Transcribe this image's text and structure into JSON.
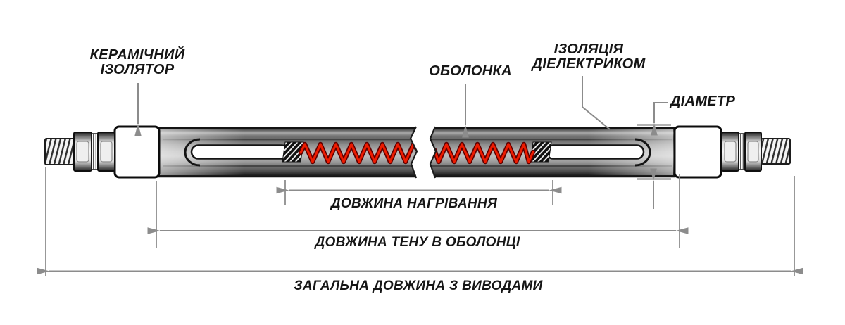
{
  "diagram": {
    "callouts": {
      "ceramic_insulator": {
        "line1": "КЕРАМІЧНИЙ",
        "line2": "ІЗОЛЯТОР"
      },
      "sheath": {
        "label": "ОБОЛОНКА"
      },
      "dielectric_insulation": {
        "line1": "ІЗОЛЯЦІЯ",
        "line2": "ДІЕЛЕКТРИКОМ"
      },
      "diameter": {
        "label": "ДІАМЕТР"
      }
    },
    "dimensions": {
      "heating_length": {
        "label": "ДОВЖИНА НАГРІВАННЯ"
      },
      "sheath_length": {
        "label": "ДОВЖИНА ТЕНУ В ОБОЛОНЦІ"
      },
      "total_length": {
        "label": "ЗАГАЛЬНА ДОВЖИНА З ВИВОДАМИ"
      }
    },
    "colors": {
      "coil_red": "#ee1b00",
      "coil_outline": "#5f0000",
      "dimension_gray": "#8c8c8c",
      "text": "#161616",
      "sheath_dark": "#141414",
      "ceramic_white": "#ffffff"
    }
  }
}
